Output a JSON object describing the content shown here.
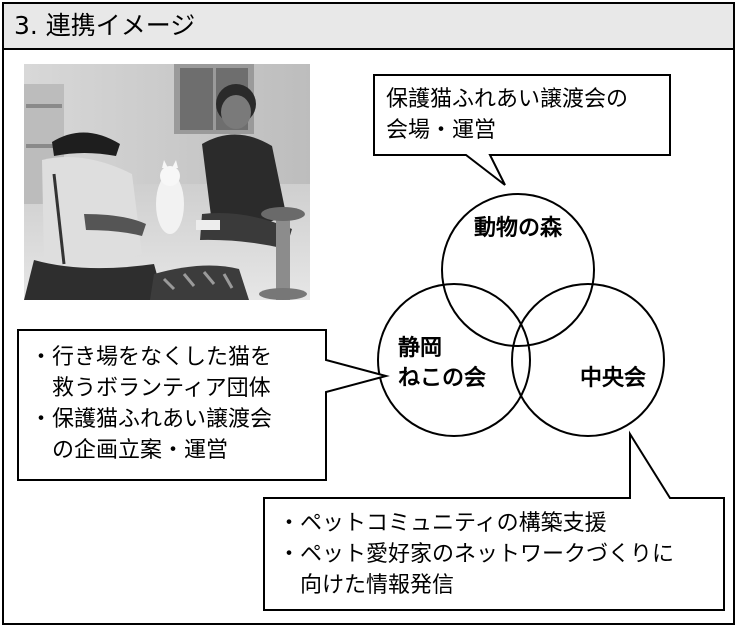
{
  "header": {
    "title": "3. 連携イメージ"
  },
  "colors": {
    "header_bg": "#e8e8e8",
    "border": "#000000",
    "background": "#ffffff"
  },
  "photo": {
    "description_icon": "photo-icon"
  },
  "callouts": {
    "top": {
      "lines": [
        "保護猫ふれあい譲渡会の",
        "会場・運営"
      ]
    },
    "left": {
      "lines": [
        "・行き場をなくした猫を",
        "　救うボランティア団体",
        "・保護猫ふれあい譲渡会",
        "　の企画立案・運営"
      ]
    },
    "bottom": {
      "lines": [
        "・ペットコミュニティの構築支援",
        "・ペット愛好家のネットワークづくりに",
        "　向けた情報発信"
      ]
    }
  },
  "circles": {
    "top": {
      "label": "動物の森"
    },
    "left": {
      "label_line1": "静岡",
      "label_line2": "ねこの会"
    },
    "right": {
      "label": "中央会"
    }
  }
}
